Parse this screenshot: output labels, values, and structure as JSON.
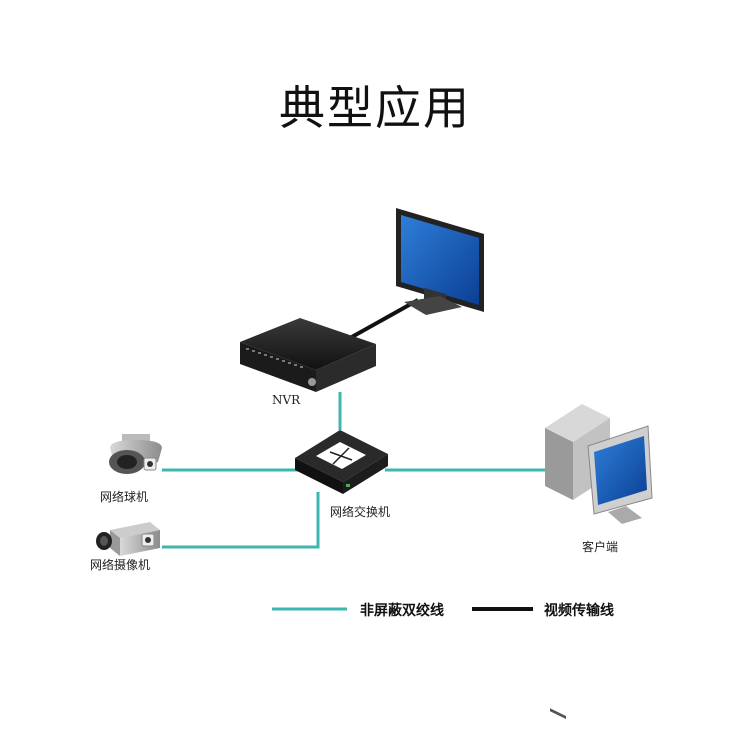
{
  "title": "典型应用",
  "nodes": {
    "nvr": "NVR",
    "switch": "网络交换机",
    "dome_camera": "网络球机",
    "box_camera": "网络摄像机",
    "client": "客户端"
  },
  "legend": {
    "utp": "非屏蔽双绞线",
    "video": "视频传输线"
  },
  "colors": {
    "utp_line": "#3fb5b0",
    "video_line": "#111111",
    "screen": "#1f5fb8"
  }
}
